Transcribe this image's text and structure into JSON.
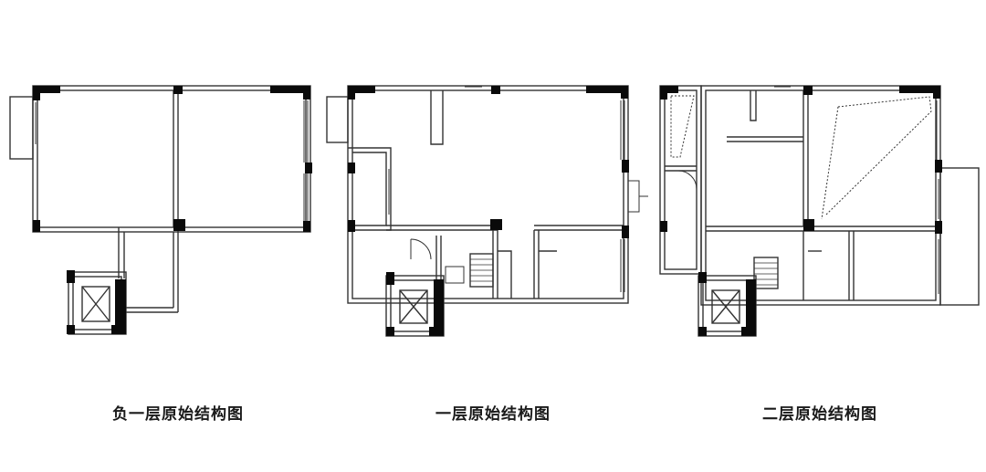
{
  "figure": {
    "captions": [
      "负一层原始结构图",
      "一层原始结构图",
      "二层原始结构图"
    ],
    "colors": {
      "wall_line": "#333333",
      "column": "#0a0a0a",
      "background": "#ffffff"
    }
  }
}
